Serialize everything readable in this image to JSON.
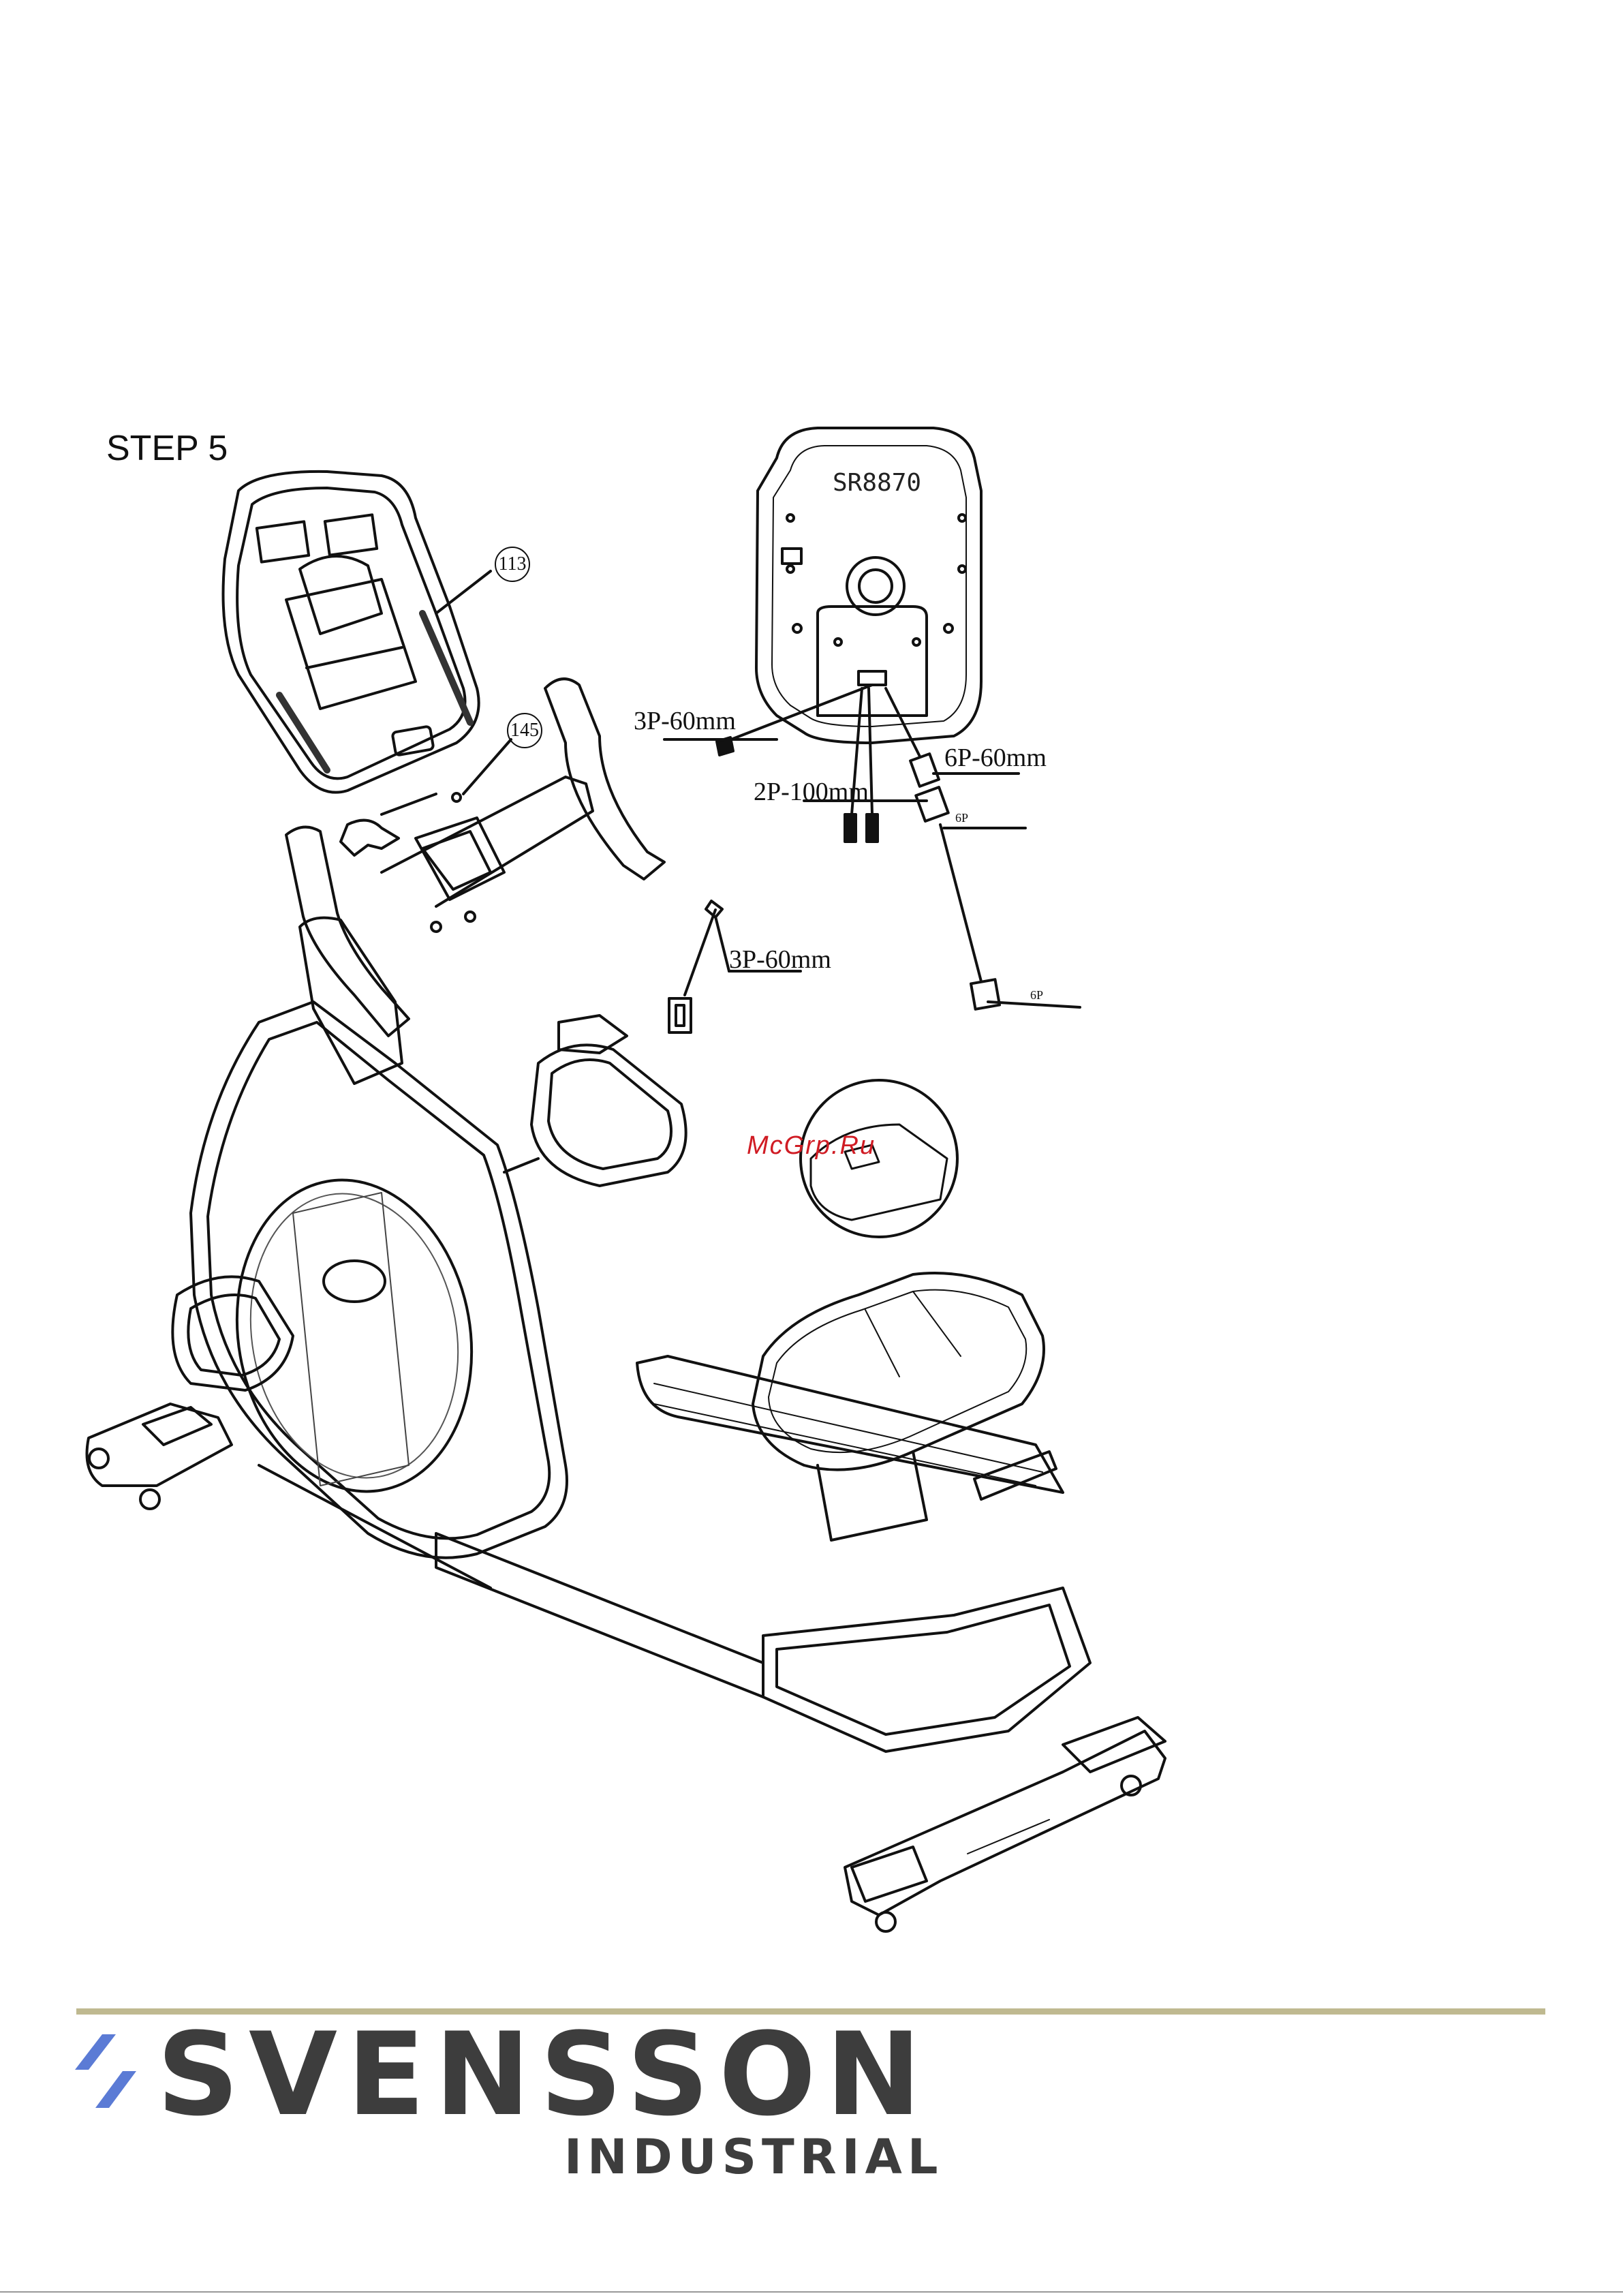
{
  "step": {
    "title": "STEP 5"
  },
  "console": {
    "model": "SR8870"
  },
  "callouts": {
    "c113": "113",
    "c145": "145"
  },
  "labels": {
    "wire_3p_top": "3P-60mm",
    "wire_2p": "2P-100mm",
    "wire_6p": "6P-60mm",
    "plug_6p_top": "6P",
    "plug_6p_bottom": "6P",
    "wire_3p_mid": "3P-60mm"
  },
  "watermark": "McGrp.Ru",
  "brand": {
    "name": "SVENSSON",
    "sub": "INDUSTRIAL",
    "accent_color": "#5b7bd5",
    "text_color": "#3d3d3d",
    "rule_color": "#bfb990"
  }
}
